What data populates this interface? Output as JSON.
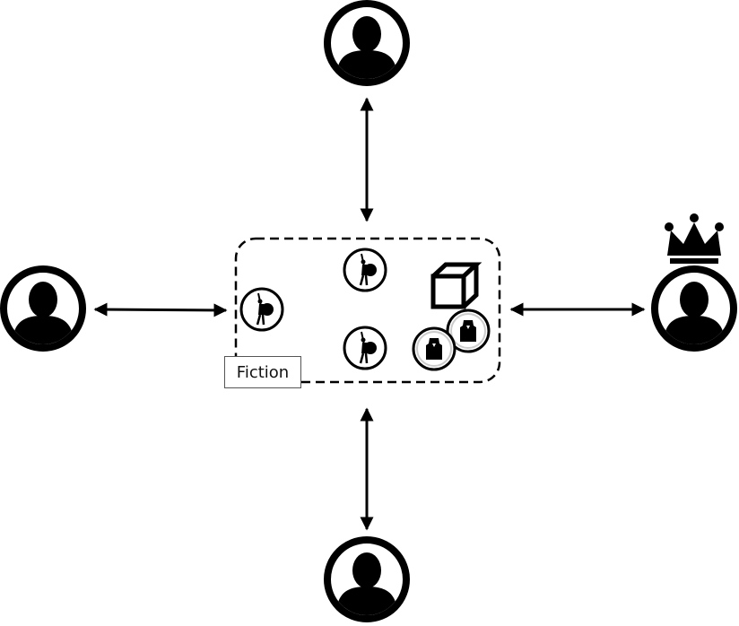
{
  "fiction_box": {
    "label": "Fiction"
  },
  "participants": [
    {
      "position": "top",
      "role": "player"
    },
    {
      "position": "left",
      "role": "player"
    },
    {
      "position": "right",
      "role": "game-master"
    },
    {
      "position": "bottom",
      "role": "player"
    }
  ],
  "fiction_contents": [
    {
      "type": "character-token",
      "icon": "warrior-with-shield-icon",
      "count": 3
    },
    {
      "type": "object",
      "icon": "cube-icon",
      "count": 1
    },
    {
      "type": "character-token",
      "icon": "suit-figure-icon",
      "count": 2
    }
  ],
  "colors": {
    "ink": "#000000",
    "background": "#ffffff"
  }
}
